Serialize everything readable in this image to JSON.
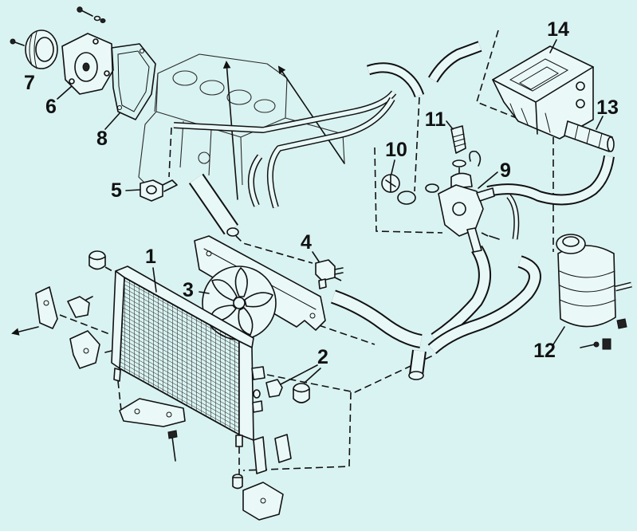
{
  "colors": {
    "background": "#d9f3f2",
    "ink": "#111111"
  },
  "callouts": [
    "1",
    "2",
    "3",
    "4",
    "5",
    "6",
    "7",
    "8",
    "9",
    "10",
    "11",
    "12",
    "13",
    "14"
  ]
}
